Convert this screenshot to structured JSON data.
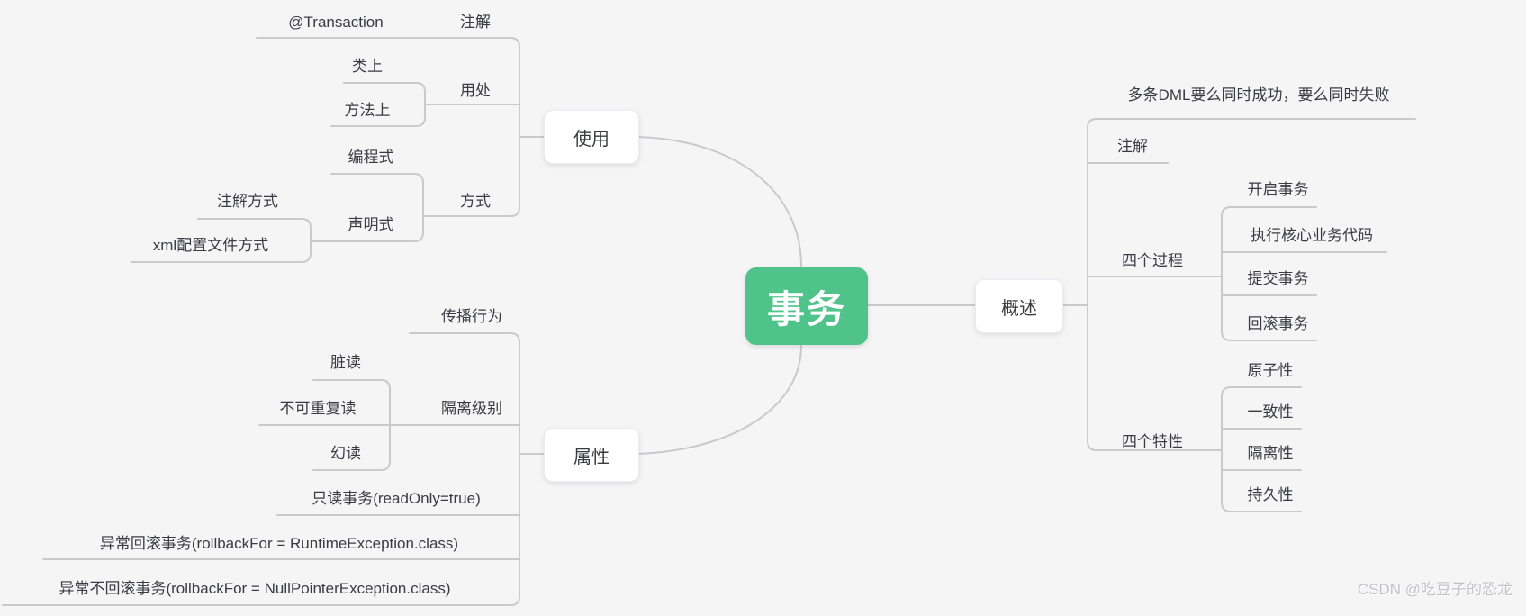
{
  "mindmap": {
    "root": {
      "label": "事务"
    },
    "usage": {
      "label": "使用",
      "annotation": {
        "label": "注解",
        "value": "@Transaction"
      },
      "usage_place": {
        "label": "用处",
        "on_class": "类上",
        "on_method": "方法上"
      },
      "mode": {
        "label": "方式",
        "programmatic": "编程式",
        "declarative": "声明式",
        "annotation_mode": "注解方式",
        "xml_mode": "xml配置文件方式"
      }
    },
    "attributes": {
      "label": "属性",
      "propagation": "传播行为",
      "isolation": {
        "label": "隔离级别",
        "dirty_read": "脏读",
        "non_repeatable_read": "不可重复读",
        "phantom_read": "幻读"
      },
      "read_only": "只读事务(readOnly=true)",
      "rollback": "异常回滚事务(rollbackFor = RuntimeException.class)",
      "no_rollback": "异常不回滚事务(rollbackFor = NullPointerException.class)"
    },
    "overview": {
      "label": "概述",
      "definition": "多条DML要么同时成功，要么同时失败",
      "annotation": "注解",
      "four_processes": {
        "label": "四个过程",
        "steps": [
          "开启事务",
          "执行核心业务代码",
          "提交事务",
          "回滚事务"
        ]
      },
      "four_features": {
        "label": "四个特性",
        "items": [
          "原子性",
          "一致性",
          "隔离性",
          "持久性"
        ]
      }
    }
  },
  "watermark": "CSDN @吃豆子的恐龙",
  "colors": {
    "background": "#f5f5f6",
    "line": "#c9cacc",
    "root_bg": "#4fc38a",
    "root_text": "#ffffff",
    "text": "#3b3c40"
  }
}
